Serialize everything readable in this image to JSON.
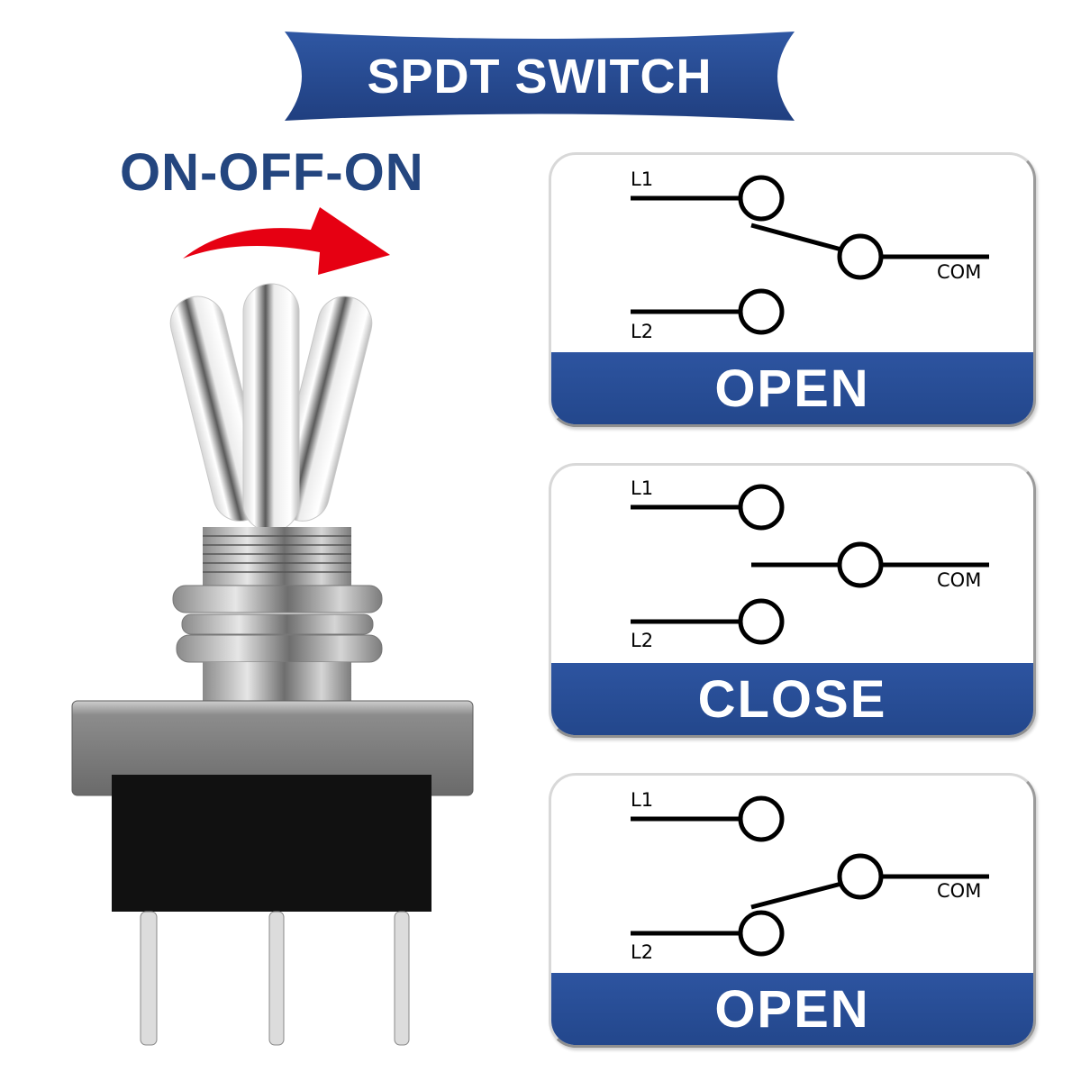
{
  "title": "SPDT SWITCH",
  "mode": "ON-OFF-ON",
  "colors": {
    "brand_blue": "#2a4f98",
    "mode_text": "#24467f",
    "arrow_red": "#e60012"
  },
  "icons": {
    "arrow": "curved-arrow-right-icon",
    "switch": "toggle-switch-photo"
  },
  "states": [
    {
      "label": "OPEN",
      "terminal_l1": "L1",
      "terminal_l2": "L2",
      "terminal_com": "COM",
      "connected_to": "L1"
    },
    {
      "label": "CLOSE",
      "terminal_l1": "L1",
      "terminal_l2": "L2",
      "terminal_com": "COM",
      "connected_to": "none"
    },
    {
      "label": "OPEN",
      "terminal_l1": "L1",
      "terminal_l2": "L2",
      "terminal_com": "COM",
      "connected_to": "L2"
    }
  ]
}
